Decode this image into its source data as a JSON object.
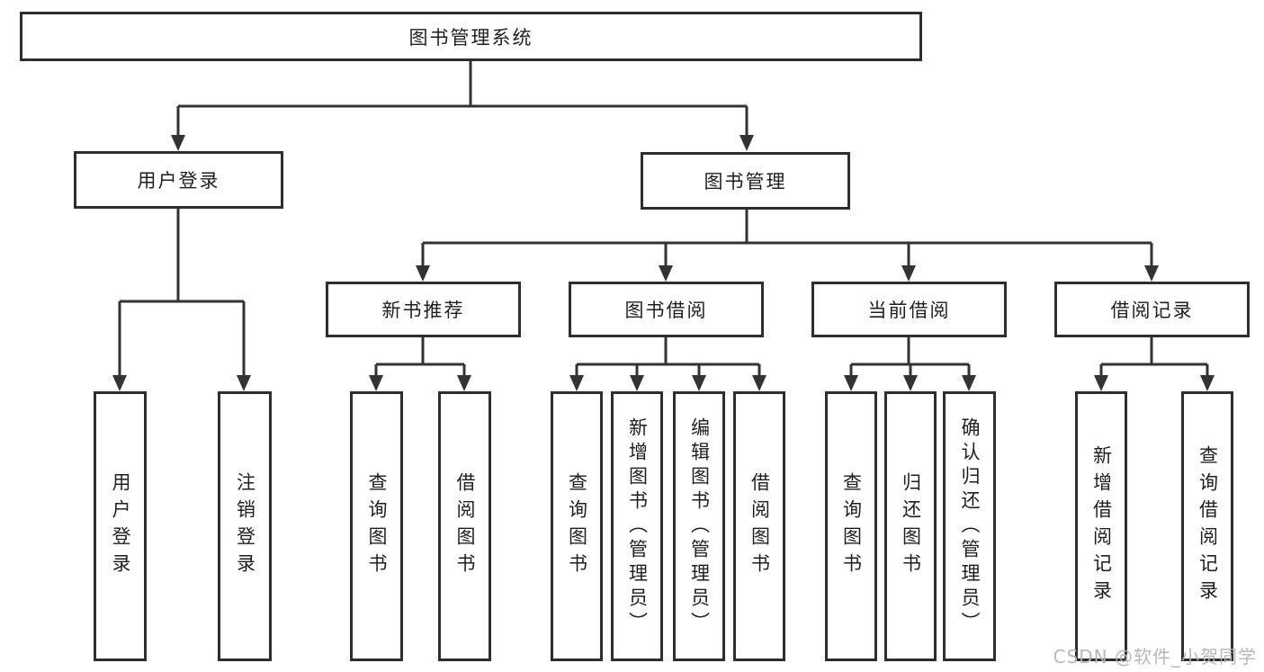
{
  "diagram": {
    "root": {
      "label": "图书管理系统"
    },
    "branches": [
      {
        "label": "用户登录",
        "children": [
          {
            "label": "用户登录"
          },
          {
            "label": "注销登录"
          }
        ]
      },
      {
        "label": "图书管理",
        "groups": [
          {
            "label": "新书推荐",
            "children": [
              {
                "label": "查询图书"
              },
              {
                "label": "借阅图书"
              }
            ]
          },
          {
            "label": "图书借阅",
            "children": [
              {
                "label": "查询图书"
              },
              {
                "label": "新增图书（管理员）"
              },
              {
                "label": "编辑图书（管理员）"
              },
              {
                "label": "借阅图书"
              }
            ]
          },
          {
            "label": "当前借阅",
            "children": [
              {
                "label": "查询图书"
              },
              {
                "label": "归还图书"
              },
              {
                "label": "确认归还（管理员）"
              }
            ]
          },
          {
            "label": "借阅记录",
            "children": [
              {
                "label": "新增借阅记录"
              },
              {
                "label": "查询借阅记录"
              }
            ]
          }
        ]
      }
    ]
  },
  "watermark": "CSDN @软件_小贺同学"
}
